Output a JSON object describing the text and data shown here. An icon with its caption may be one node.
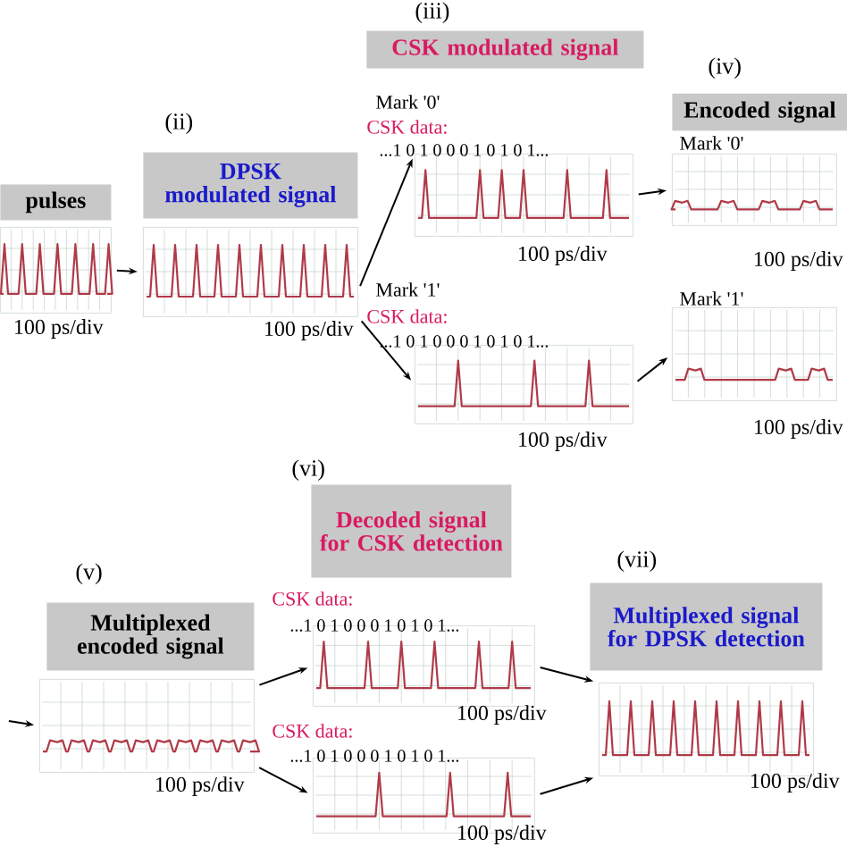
{
  "diagram": {
    "nodes": [
      {
        "text": [
          "pulses"
        ]
      },
      {
        "text": [],
        "shape": "box",
        "beside": [
          "100 ps/div"
        ]
      },
      {
        "text": [
          "DPSK modulated signal"
        ],
        "beside": [
          "(ii)"
        ]
      },
      {
        "text": [],
        "shape": "box",
        "beside": [
          "100 ps/div"
        ]
      },
      {
        "text": [
          "CSK modulated signal"
        ],
        "beside": [
          "(iii)"
        ]
      },
      {
        "text": [],
        "shape": "box",
        "beside": [
          "Mark '0'",
          "CSK data:",
          "...1 0 1 0 0 0 1 0 1 0 1...",
          "100 ps/div"
        ]
      },
      {
        "text": [],
        "shape": "box",
        "beside": [
          "Mark '1'",
          "CSK data:",
          "...1 0 1 0 0 0 1 0 1 0 1...",
          "100 ps/div"
        ]
      },
      {
        "text": [
          "Encoded signal"
        ],
        "beside": [
          "(iv)"
        ]
      },
      {
        "text": [],
        "shape": "box",
        "beside": [
          "Mark '0'",
          "100 ps/div"
        ]
      },
      {
        "text": [],
        "shape": "box",
        "beside": [
          "Mark '1'",
          "100 ps/div"
        ]
      },
      {
        "text": [
          "Multiplexed encoded signal"
        ],
        "beside": [
          "(v)"
        ]
      },
      {
        "text": [],
        "shape": "box",
        "beside": [
          "100 ps/div"
        ]
      },
      {
        "text": [
          "Decoded signal for CSK detection"
        ],
        "beside": [
          "(vi)"
        ]
      },
      {
        "text": [],
        "shape": "box",
        "beside": [
          "CSK data:",
          "...1 0 1 0 0 0 1 0 1 0 1...",
          "100 ps/div"
        ]
      },
      {
        "text": [],
        "shape": "box",
        "beside": [
          "CSK data:",
          "...1 0 1 0 0 0 1 0 1 0 1...",
          "100 ps/div"
        ]
      },
      {
        "text": [
          "Multiplexed signal for DPSK detection"
        ],
        "beside": [
          "(vii)"
        ]
      },
      {
        "text": [],
        "shape": "box",
        "beside": [
          "100 ps/div"
        ]
      }
    ],
    "edges": [
      {
        "from": 1,
        "to": 3,
        "arrow": "to"
      },
      {
        "from": 3,
        "to": 5,
        "arrow": "to"
      },
      {
        "from": 3,
        "to": 6,
        "arrow": "to"
      },
      {
        "from": 5,
        "to": 8,
        "arrow": "to"
      },
      {
        "from": 6,
        "to": 9,
        "arrow": "to"
      },
      {
        "from": null,
        "to": 11,
        "arrow": "to"
      },
      {
        "from": 11,
        "to": 13,
        "arrow": "to"
      },
      {
        "from": 11,
        "to": 14,
        "arrow": "to"
      },
      {
        "from": 13,
        "to": 16,
        "arrow": "to"
      },
      {
        "from": 14,
        "to": 16,
        "arrow": "to"
      }
    ]
  }
}
